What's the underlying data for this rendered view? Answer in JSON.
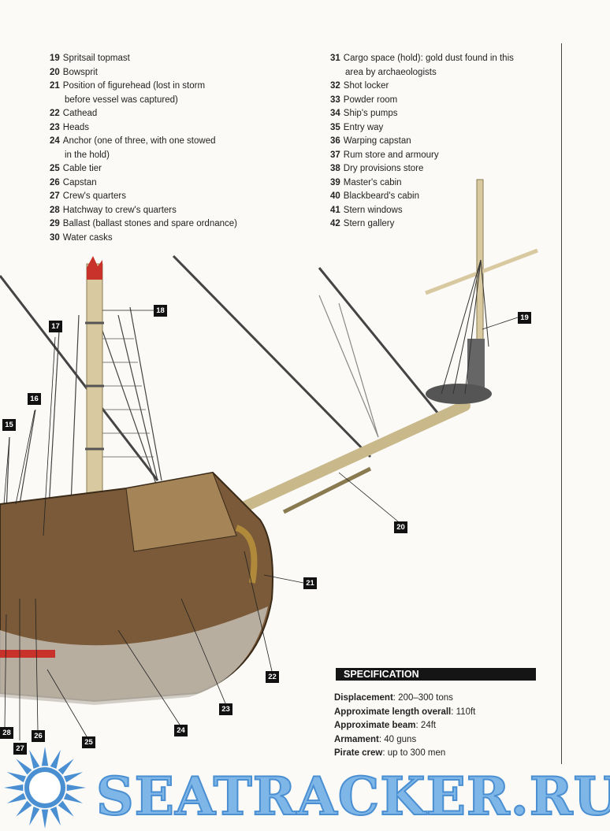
{
  "key_left": [
    {
      "num": "19",
      "text": "Spritsail topmast"
    },
    {
      "num": "20",
      "text": "Bowsprit"
    },
    {
      "num": "21",
      "text": "Position of figurehead (lost in storm",
      "cont": "before vessel was captured)"
    },
    {
      "num": "22",
      "text": "Cathead"
    },
    {
      "num": "23",
      "text": "Heads"
    },
    {
      "num": "24",
      "text": "Anchor (one of three, with one stowed",
      "cont": "in the hold)"
    },
    {
      "num": "25",
      "text": "Cable tier"
    },
    {
      "num": "26",
      "text": "Capstan"
    },
    {
      "num": "27",
      "text": "Crew's quarters"
    },
    {
      "num": "28",
      "text": "Hatchway to crew's quarters"
    },
    {
      "num": "29",
      "text": "Ballast (ballast stones and spare ordnance)"
    },
    {
      "num": "30",
      "text": "Water casks"
    }
  ],
  "key_right": [
    {
      "num": "31",
      "text": "Cargo space (hold): gold dust found in this",
      "cont": "area by archaeologists"
    },
    {
      "num": "32",
      "text": "Shot locker"
    },
    {
      "num": "33",
      "text": "Powder room"
    },
    {
      "num": "34",
      "text": "Ship's pumps"
    },
    {
      "num": "35",
      "text": "Entry way"
    },
    {
      "num": "36",
      "text": "Warping capstan"
    },
    {
      "num": "37",
      "text": "Rum store and armoury"
    },
    {
      "num": "38",
      "text": "Dry provisions store"
    },
    {
      "num": "39",
      "text": "Master's cabin"
    },
    {
      "num": "40",
      "text": "Blackbeard's cabin"
    },
    {
      "num": "41",
      "text": "Stern windows"
    },
    {
      "num": "42",
      "text": "Stern gallery"
    }
  ],
  "callouts": {
    "c15": "15",
    "c16": "16",
    "c17": "17",
    "c18": "18",
    "c19": "19",
    "c20": "20",
    "c21": "21",
    "c22": "22",
    "c23": "23",
    "c24": "24",
    "c25": "25",
    "c26": "26",
    "c27": "27",
    "c28": "28"
  },
  "specification": {
    "heading": "SPECIFICATION",
    "rows": [
      {
        "label": "Displacement",
        "value": "200–300 tons"
      },
      {
        "label": "Approximate length overall",
        "value": "110ft"
      },
      {
        "label": "Approximate beam",
        "value": "24ft"
      },
      {
        "label": "Armament",
        "value": "40 guns"
      },
      {
        "label": "Pirate crew",
        "value": "up to 300 men"
      }
    ]
  },
  "watermark": "SEATRACKER.RU",
  "colors": {
    "hull": "#7a5a38",
    "mast": "#d9c9a0",
    "watermark": "#7fb6e8"
  }
}
